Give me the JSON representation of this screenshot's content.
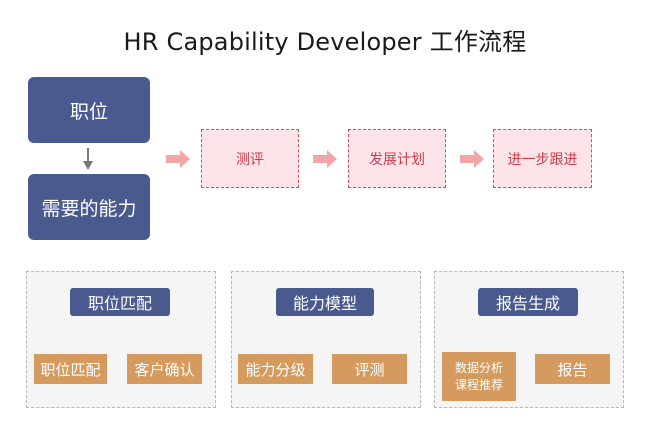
{
  "title": "HR Capability Developer 工作流程",
  "top": {
    "position": "职位",
    "needed_ability": "需要的能力",
    "steps": [
      "测评",
      "发展计划",
      "进一步跟进"
    ]
  },
  "panels": [
    {
      "header": "职位匹配",
      "items": [
        "职位匹配",
        "客户确认"
      ]
    },
    {
      "header": "能力模型",
      "items": [
        "能力分级",
        "评测"
      ]
    },
    {
      "header": "报告生成",
      "items": [
        "数据分析\n课程推荐",
        "报告"
      ],
      "item_lines": [
        "数据分析",
        "课程推荐"
      ]
    }
  ],
  "colors": {
    "navy": "#4a5a8f",
    "pink_fill": "#fce4e8",
    "pink_border": "#d94a5a",
    "pink_text": "#d23a4a",
    "orange": "#d49a5e",
    "panel": "#f5f5f5",
    "arrow_pink": "#f4a5a8",
    "arrow_gray": "#777777"
  }
}
